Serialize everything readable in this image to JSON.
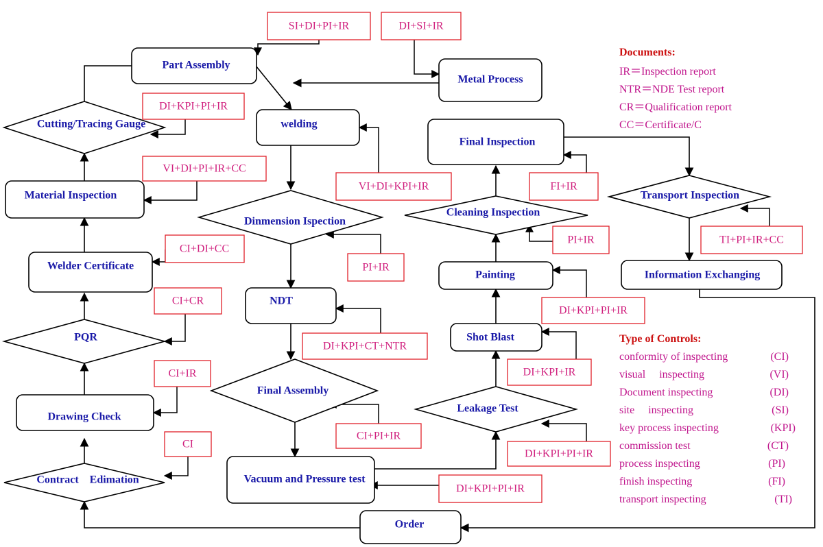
{
  "colors": {
    "node_text": "#1a1aa8",
    "tag_text": "#d0207e",
    "tag_border": "#e0202a",
    "legend_heading": "#cc1111",
    "legend_text": "#c0158c",
    "line": "#000000"
  },
  "nodes": {
    "part_assembly": "Part Assembly",
    "metal_process": "Metal Process",
    "cutting_tracing_gauge": "Cutting/Tracing Gauge",
    "welding": "welding",
    "final_inspection": "Final Inspection",
    "material_inspection": "Material Inspection",
    "dimension_inspection": "Dinmension Ispection",
    "transport_inspection": "Transport Inspection",
    "cleaning_inspection": "Cleaning Inspection",
    "welder_certificate": "Welder Certificate",
    "painting": "Painting",
    "information_exchanging": "Information Exchanging",
    "ndt": "NDT",
    "pqr": "PQR",
    "shot_blast": "Shot Blast",
    "final_assembly": "Final Assembly",
    "leakage_test": "Leakage Test",
    "drawing_check": "Drawing Check",
    "contract_edimation": "Contract    Edimation",
    "vacuum_pressure_test": "Vacuum and Pressure test",
    "order": "Order"
  },
  "tags": {
    "si_di_pi_ir": "SI+DI+PI+IR",
    "di_si_ir": "DI+SI+IR",
    "di_kpi_pi_ir_1": "DI+KPI+PI+IR",
    "vi_di_pi_ir_cc": "VI+DI+PI+IR+CC",
    "vi_di_kpi_ir": "VI+DI+KPI+IR",
    "fi_ir": "FI+IR",
    "ci_di_cc": "CI+DI+CC",
    "pi_ir_1": "PI+IR",
    "pi_ir_2": "PI+IR",
    "ti_pi_ir_cc": "TI+PI+IR+CC",
    "ci_cr": "CI+CR",
    "di_kpi_pi_ir_2": "DI+KPI+PI+IR",
    "di_kpi_ct_ntr": "DI+KPI+CT+NTR",
    "di_kpi_ir": "DI+KPI+IR",
    "ci_ir": "CI+IR",
    "ci_pi_ir": "CI+PI+IR",
    "di_kpi_pi_ir_3": "DI+KPI+PI+IR",
    "ci": "CI",
    "di_kpi_pi_ir_4": "DI+KPI+PI+IR"
  },
  "documents": {
    "heading": "Documents:",
    "items": [
      "IR＝Inspection report",
      "NTR＝NDE Test report",
      "CR＝Qualification report",
      "CC＝Certificate/C"
    ]
  },
  "controls": {
    "heading": "Type of Controls:",
    "items": [
      {
        "name": "conformity of inspecting",
        "code": "(CI)"
      },
      {
        "name": "visual     inspecting",
        "code": "(VI)"
      },
      {
        "name": "Document inspecting",
        "code": "(DI)"
      },
      {
        "name": "site     inspecting",
        "code": "(SI)"
      },
      {
        "name": "key process inspecting",
        "code": "(KPI)"
      },
      {
        "name": "commission test",
        "code": "(CT)"
      },
      {
        "name": "process inspecting",
        "code": "(PI)"
      },
      {
        "name": "finish inspecting",
        "code": "(FI)"
      },
      {
        "name": "transport inspecting",
        "code": "(TI)"
      }
    ]
  }
}
